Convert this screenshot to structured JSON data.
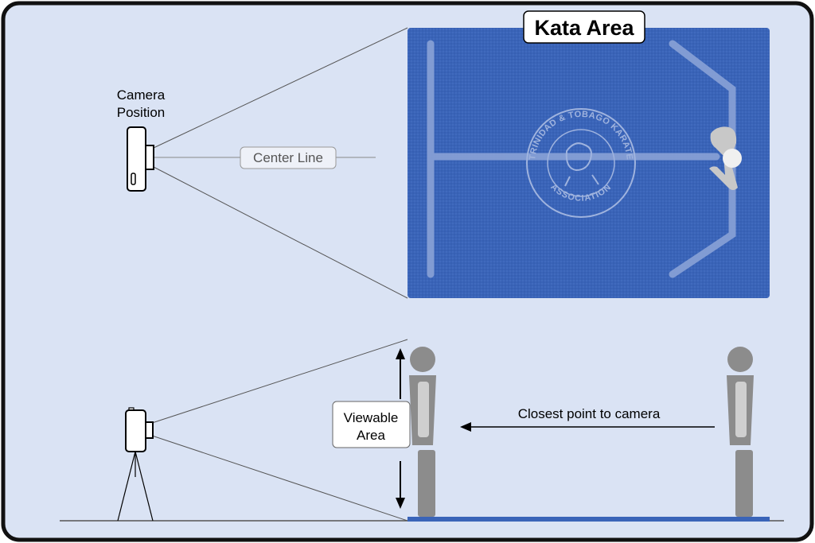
{
  "colors": {
    "background": "#dae3f4",
    "frame": "#111111",
    "mat": "#3a64b8",
    "figure_grey": "#8c8c8c",
    "figure_light": "#cccccc"
  },
  "top_view": {
    "area_title": "Kata Area",
    "camera_label_line1": "Camera",
    "camera_label_line2": "Position",
    "center_line_label": "Center Line",
    "logo_text_top": "TRINIDAD & TOBAGO KARATE",
    "logo_text_bottom": "ASSOCIATION"
  },
  "side_view": {
    "viewable_label_line1": "Viewable",
    "viewable_label_line2": "Area",
    "closest_point_label": "Closest point to camera"
  },
  "icons": [
    "camera-icon",
    "tripod-icon",
    "person-icon",
    "arrow-icon"
  ]
}
